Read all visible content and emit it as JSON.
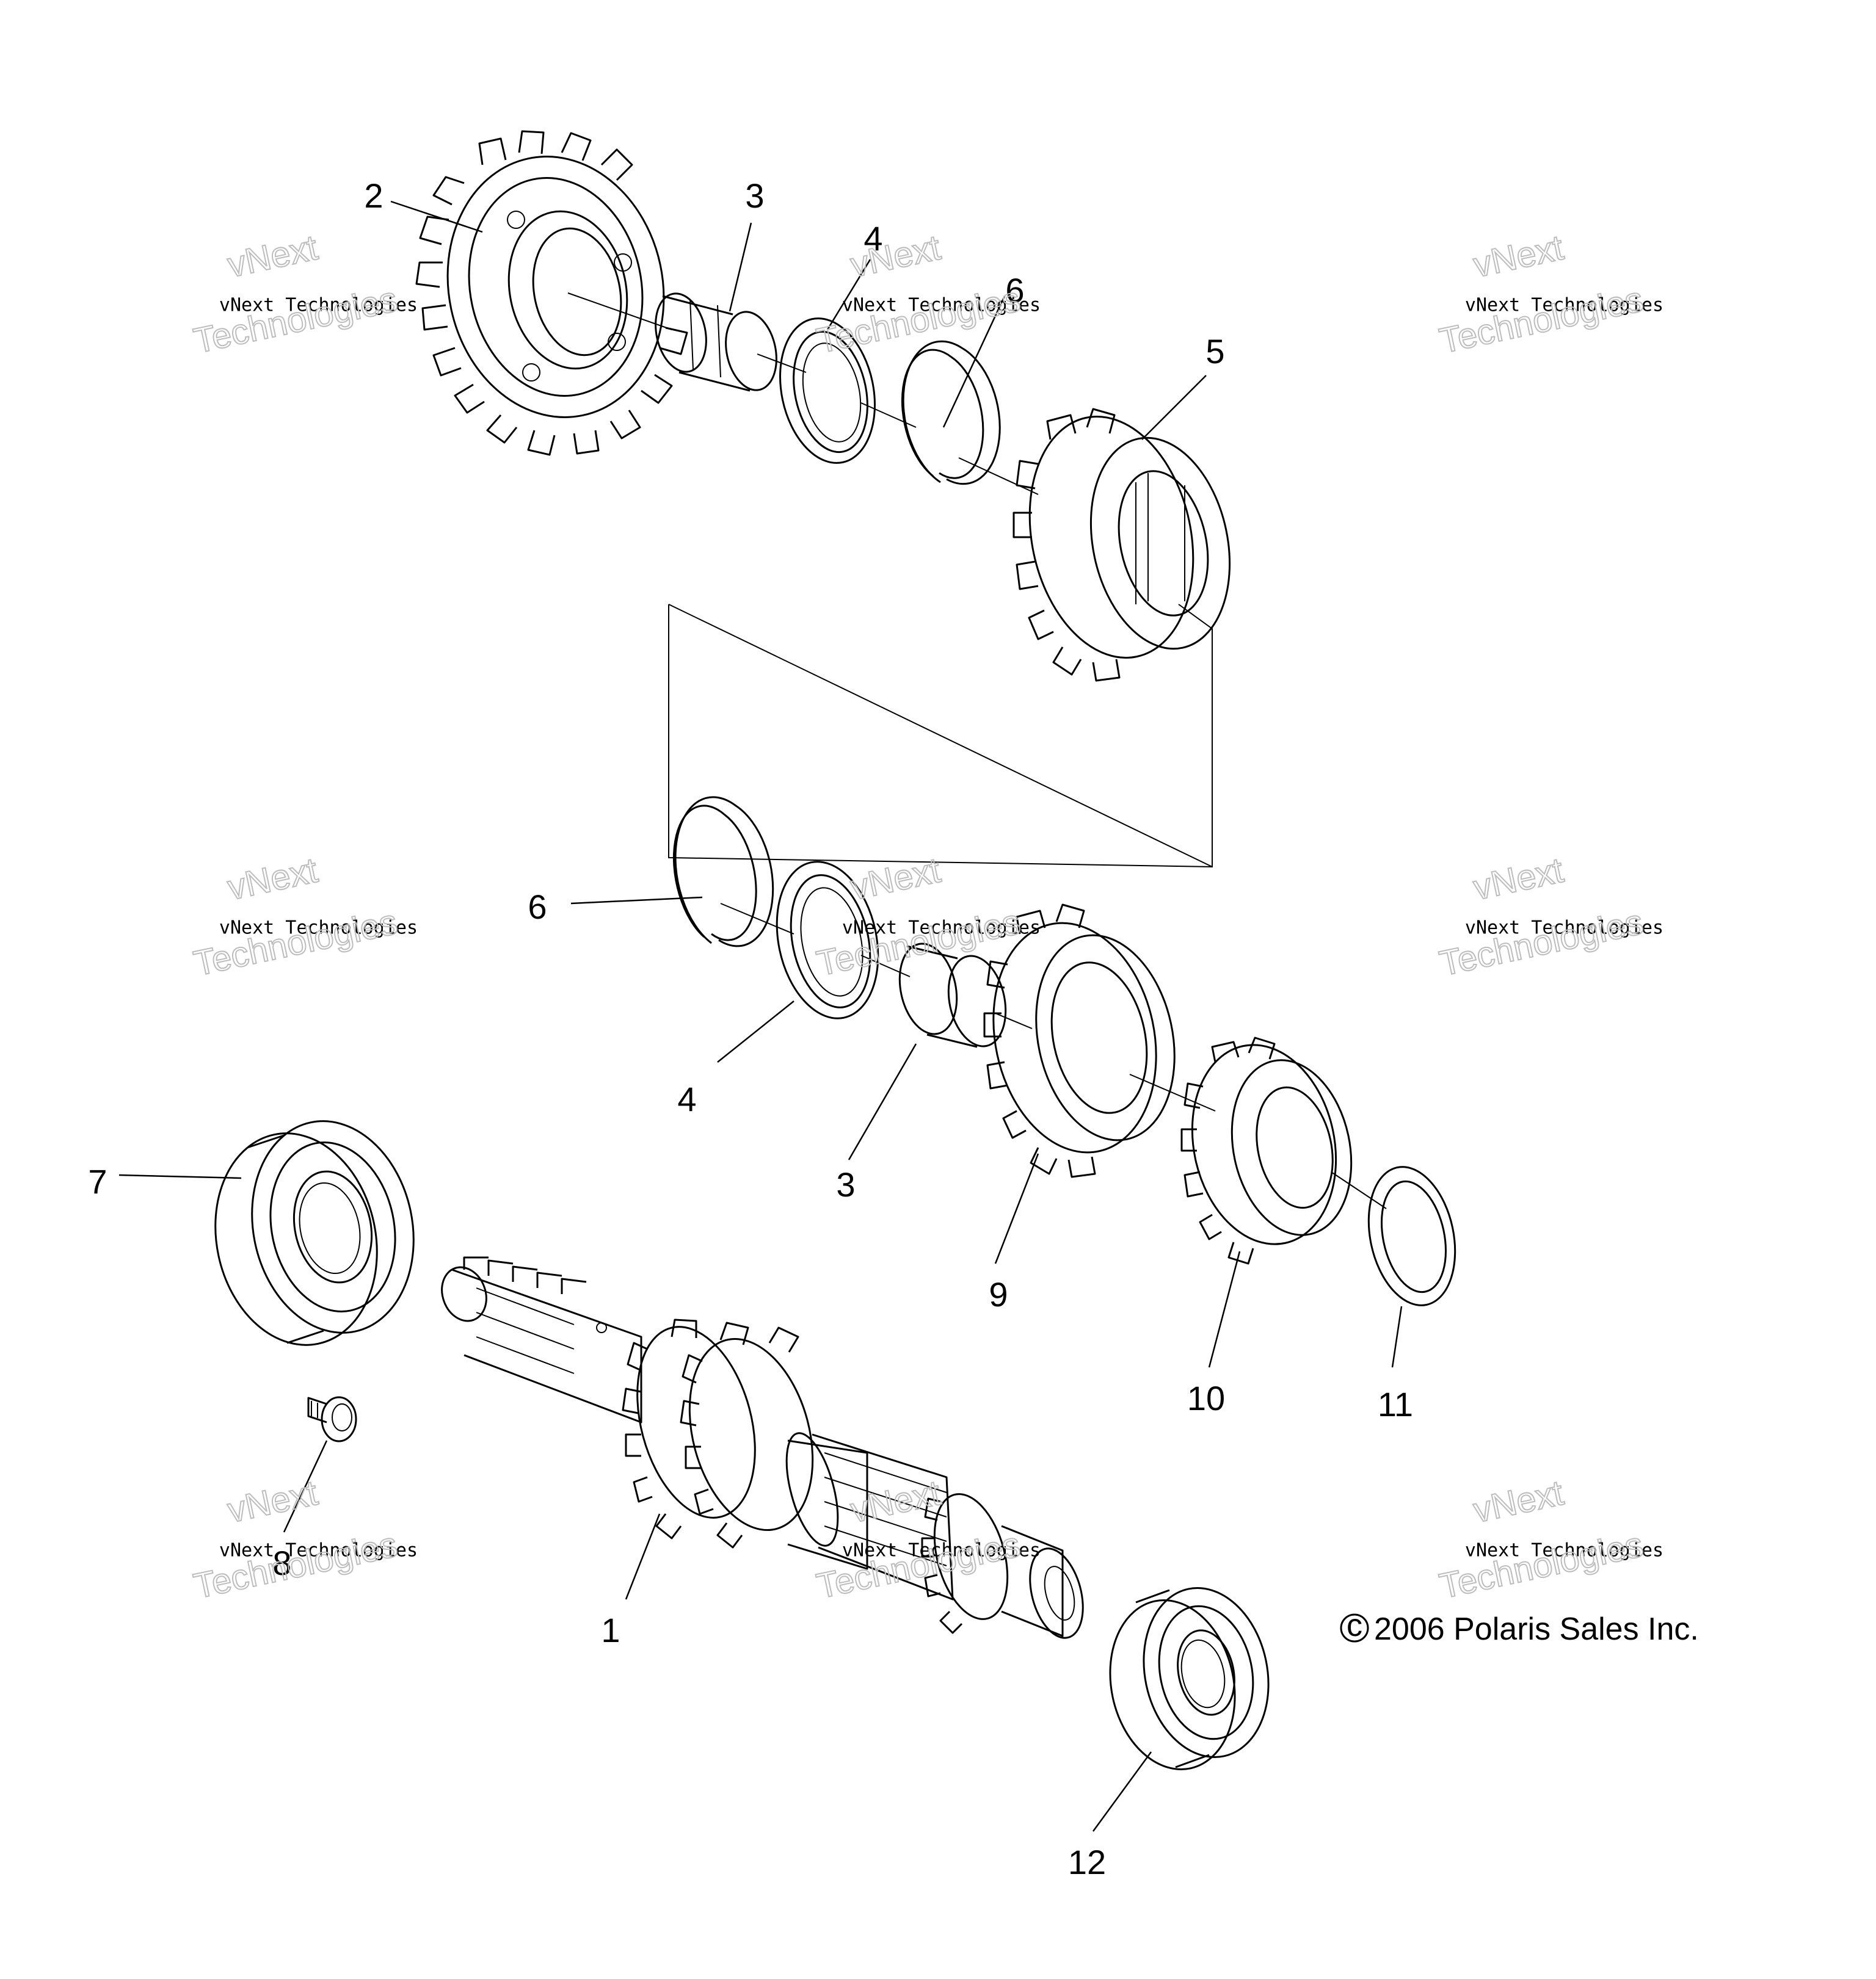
{
  "callouts": {
    "c1": "1",
    "c2": "2",
    "c3a": "3",
    "c3b": "3",
    "c4a": "4",
    "c4b": "4",
    "c5": "5",
    "c6a": "6",
    "c6b": "6",
    "c7": "7",
    "c8": "8",
    "c9": "9",
    "c10": "10",
    "c11": "11",
    "c12": "12"
  },
  "watermark": {
    "line1": "vNext",
    "line2": "Technologies",
    "small": "vNext Technologies"
  },
  "copyright": {
    "symbol": "c",
    "text": "2006 Polaris Sales Inc."
  }
}
